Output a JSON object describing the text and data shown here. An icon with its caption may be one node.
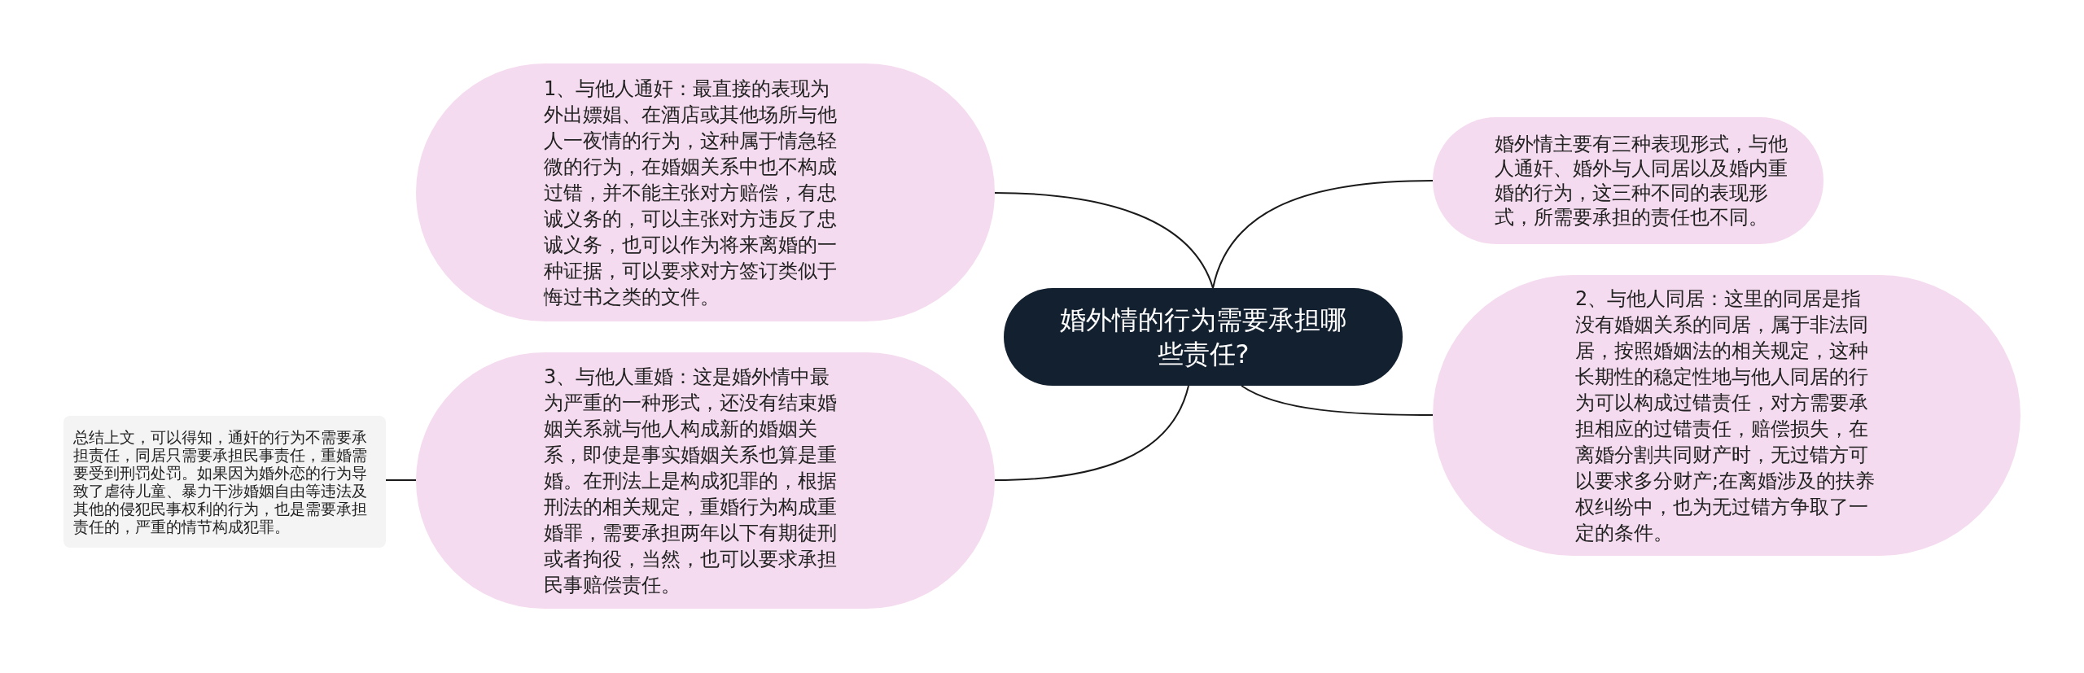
{
  "diagram": {
    "nodes": [
      {
        "text": [
          "婚外情的行为需要承担哪些责任?"
        ]
      },
      {
        "text": [
          "1、与他人通奸：最直接的表现为外出嫖娼、在酒店或其他场所与他人一夜情的行为，这种属于情急轻微的行为，在婚姻关系中也不构成过错，并不能主张对方赔偿，有忠诚义务的，可以主张对方违反了忠诚义务，也可以作为将来离婚的一种证据，可以要求对方签订类似于悔过书之类的文件。"
        ]
      },
      {
        "text": [
          "婚外情主要有三种表现形式，与他人通奸、婚外与人同居以及婚内重婚的行为，这三种不同的表现形式，所需要承担的责任也不同。"
        ]
      },
      {
        "text": [
          "2、与他人同居：这里的同居是指没有婚姻关系的同居，属于非法同居，按照婚姻法的相关规定，这种长期性的稳定性地与他人同居的行为可以构成过错责任，对方需要承担相应的过错责任，赔偿损失，在离婚分割共同财产时，无过错方可以要求多分财产;在离婚涉及的扶养权纠纷中，也为无过错方争取了一定的条件。"
        ]
      },
      {
        "text": [
          "3、与他人重婚：这是婚外情中最为严重的一种形式，还没有结束婚姻关系就与他人构成新的婚姻关系，即使是事实婚姻关系也算是重婚。在刑法上是构成犯罪的，根据刑法的相关规定，重婚行为构成重婚罪，需要承担两年以下有期徒刑或者拘役，当然，也可以要求承担民事赔偿责任。"
        ]
      },
      {
        "text": [
          "总结上文，可以得知，通奸的行为不需要承担责任，同居只需要承担民事责任，重婚需要受到刑罚处罚。如果因为婚外恋的行为导致了虐待儿童、暴力干涉婚姻自由等违法及其他的侵犯民事权利的行为，也是需要承担责任的，严重的情节构成犯罪。"
        ]
      }
    ],
    "edges": [
      {
        "from": 0,
        "to": 1,
        "arrow": "none"
      },
      {
        "from": 0,
        "to": 2,
        "arrow": "none"
      },
      {
        "from": 0,
        "to": 3,
        "arrow": "none"
      },
      {
        "from": 0,
        "to": 4,
        "arrow": "none"
      },
      {
        "from": 4,
        "to": 5,
        "arrow": "none"
      }
    ]
  }
}
